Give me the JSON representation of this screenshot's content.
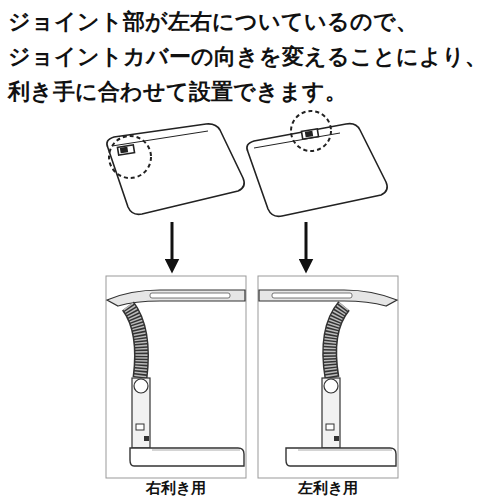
{
  "diagram": {
    "title": "ジョイント部が左右についているので、 ジョイントカバーの向きを変えることにより、 利き手に合わせて設置できます。",
    "labels": [
      "右利き用",
      "左利き用"
    ]
  }
}
